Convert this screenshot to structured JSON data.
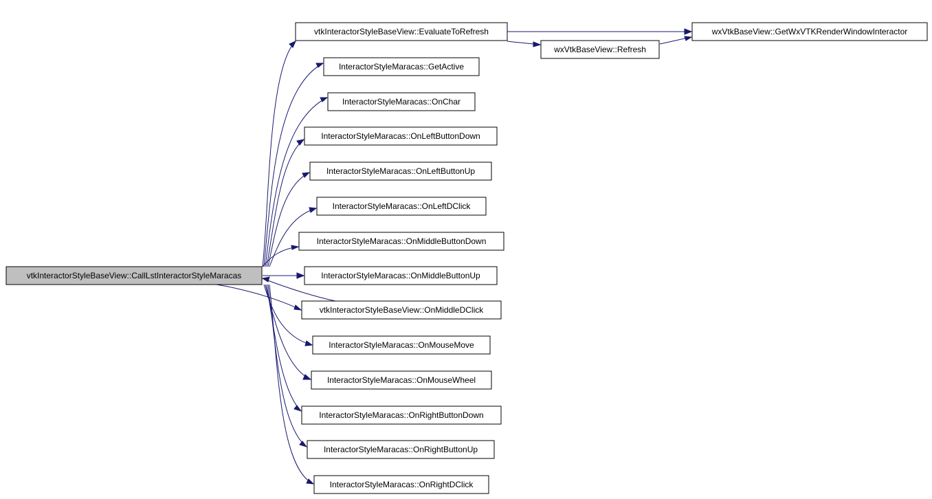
{
  "graph": {
    "edge_color": "#191970",
    "root_fill": "#bfbfbf",
    "node_fill": "#ffffff",
    "nodes": {
      "root": "vtkInteractorStyleBaseView::CallLstInteractorStyleMaracas",
      "evaluate_to_refresh": "vtkInteractorStyleBaseView::EvaluateToRefresh",
      "get_active": "InteractorStyleMaracas::GetActive",
      "on_char": "InteractorStyleMaracas::OnChar",
      "on_left_button_down": "InteractorStyleMaracas::OnLeftButtonDown",
      "on_left_button_up": "InteractorStyleMaracas::OnLeftButtonUp",
      "on_left_dclick": "InteractorStyleMaracas::OnLeftDClick",
      "on_middle_button_down": "InteractorStyleMaracas::OnMiddleButtonDown",
      "on_middle_button_up": "InteractorStyleMaracas::OnMiddleButtonUp",
      "on_middle_dclick": "vtkInteractorStyleBaseView::OnMiddleDClick",
      "on_mouse_move": "InteractorStyleMaracas::OnMouseMove",
      "on_mouse_wheel": "InteractorStyleMaracas::OnMouseWheel",
      "on_right_button_down": "InteractorStyleMaracas::OnRightButtonDown",
      "on_right_button_up": "InteractorStyleMaracas::OnRightButtonUp",
      "on_right_dclick": "InteractorStyleMaracas::OnRightDClick",
      "refresh": "wxVtkBaseView::Refresh",
      "get_wx_vtk_render_window_interactor": "wxVtkBaseView::GetWxVTKRenderWindowInteractor"
    }
  }
}
